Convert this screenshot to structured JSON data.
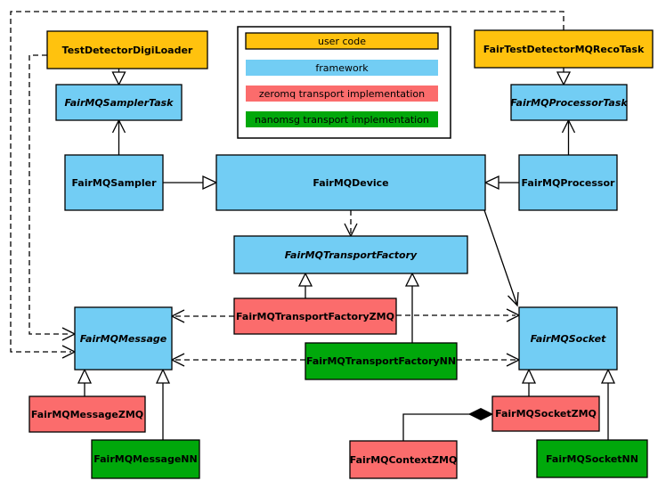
{
  "colors": {
    "user_code": "#FFC20E",
    "framework": "#72CDF4",
    "zeromq": "#FB6C6C",
    "nanomsg": "#00A80B"
  },
  "legend": {
    "items": [
      {
        "label": "user code"
      },
      {
        "label": "framework"
      },
      {
        "label": "zeromq transport implementation"
      },
      {
        "label": "nanomsg transport implementation"
      }
    ]
  },
  "nodes": {
    "test_detector_digi_loader": {
      "label": "TestDetectorDigiLoader"
    },
    "fair_test_detector_mq_reco_task": {
      "label": "FairTestDetectorMQRecoTask"
    },
    "fairmq_sampler_task": {
      "label": "FairMQSamplerTask"
    },
    "fairmq_processor_task": {
      "label": "FairMQProcessorTask"
    },
    "fairmq_sampler": {
      "label": "FairMQSampler"
    },
    "fairmq_device": {
      "label": "FairMQDevice"
    },
    "fairmq_processor": {
      "label": "FairMQProcessor"
    },
    "fairmq_transport_factory": {
      "label": "FairMQTransportFactory"
    },
    "fairmq_transport_factory_zmq": {
      "label": "FairMQTransportFactoryZMQ"
    },
    "fairmq_transport_factory_nn": {
      "label": "FairMQTransportFactoryNN"
    },
    "fairmq_message": {
      "label": "FairMQMessage"
    },
    "fairmq_socket": {
      "label": "FairMQSocket"
    },
    "fairmq_message_zmq": {
      "label": "FairMQMessageZMQ"
    },
    "fairmq_message_nn": {
      "label": "FairMQMessageNN"
    },
    "fairmq_socket_zmq": {
      "label": "FairMQSocketZMQ"
    },
    "fairmq_socket_nn": {
      "label": "FairMQSocketNN"
    },
    "fairmq_context_zmq": {
      "label": "FairMQContextZMQ"
    }
  }
}
